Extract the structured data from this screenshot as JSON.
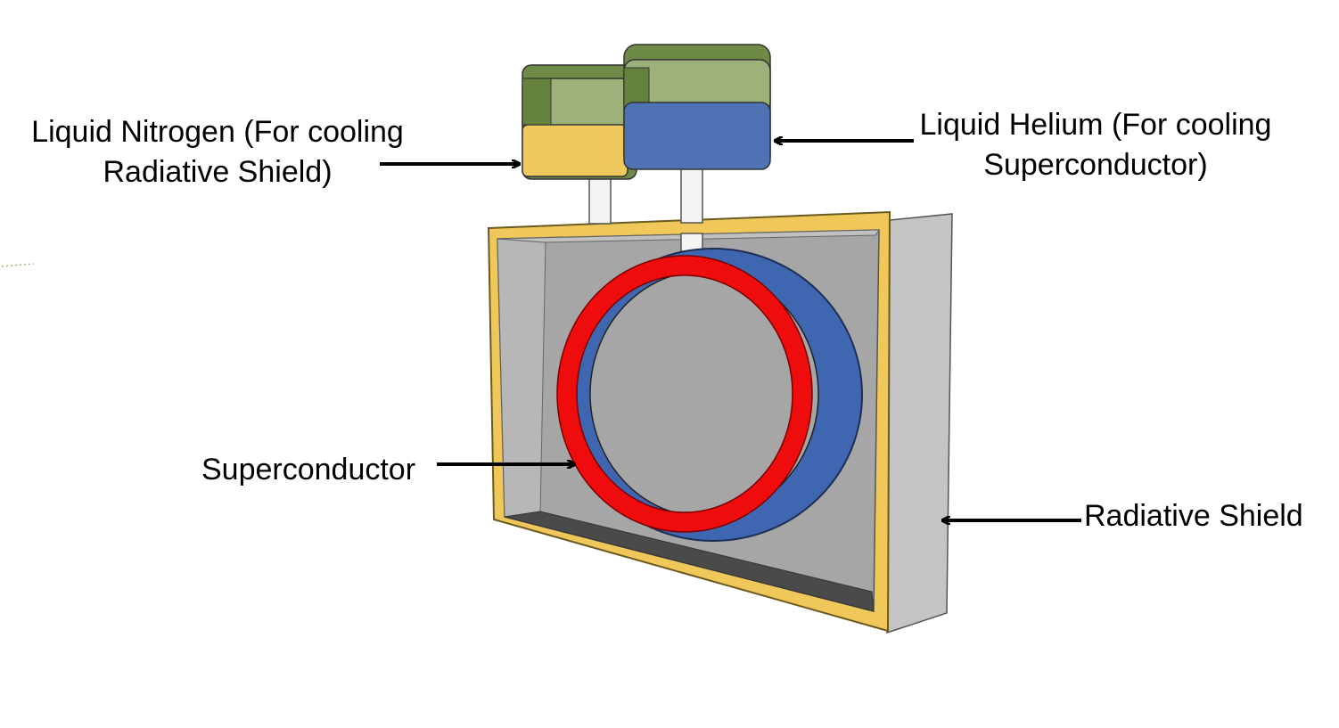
{
  "labels": {
    "liquid_nitrogen": {
      "line1": "Liquid Nitrogen (For cooling",
      "line2": "Radiative Shield)"
    },
    "liquid_helium": {
      "line1": "Liquid Helium (For cooling",
      "line2": "Superconductor)"
    },
    "superconductor": "Superconductor",
    "radiative_shield": "Radiative Shield"
  },
  "colors": {
    "nitrogen_liquid": "#efc85e",
    "helium_liquid": "#4f72b5",
    "tank_gas": "#9db27a",
    "tank_gas_dark": "#6e8a47",
    "shield_outline": "#f0c85a",
    "shield_gray": "#a8a8a8",
    "superconductor_red": "#ef0c0c",
    "superconductor_blue": "#3f66b0"
  }
}
